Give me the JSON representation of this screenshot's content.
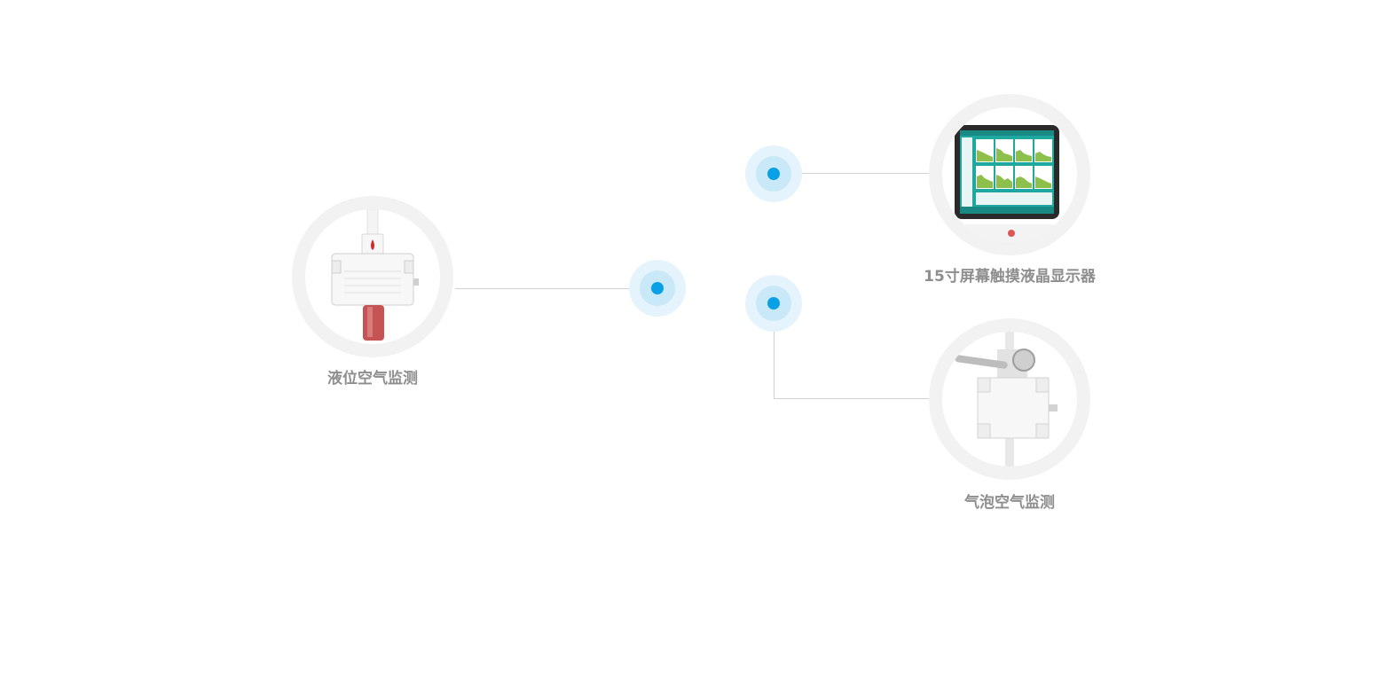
{
  "features": {
    "liquid_level": {
      "label": "液位空气监测"
    },
    "display": {
      "label": "15寸屏幕触摸液晶显示器"
    },
    "bubble": {
      "label": "气泡空气监测"
    }
  },
  "colors": {
    "dot_core": "#0aa0e6",
    "dot_halo": "#e5f4fc",
    "ring": "#f2f2f2",
    "label": "#8e8e8e",
    "screen_teal": "#1fa89f",
    "chart_green": "#8cc04a"
  }
}
